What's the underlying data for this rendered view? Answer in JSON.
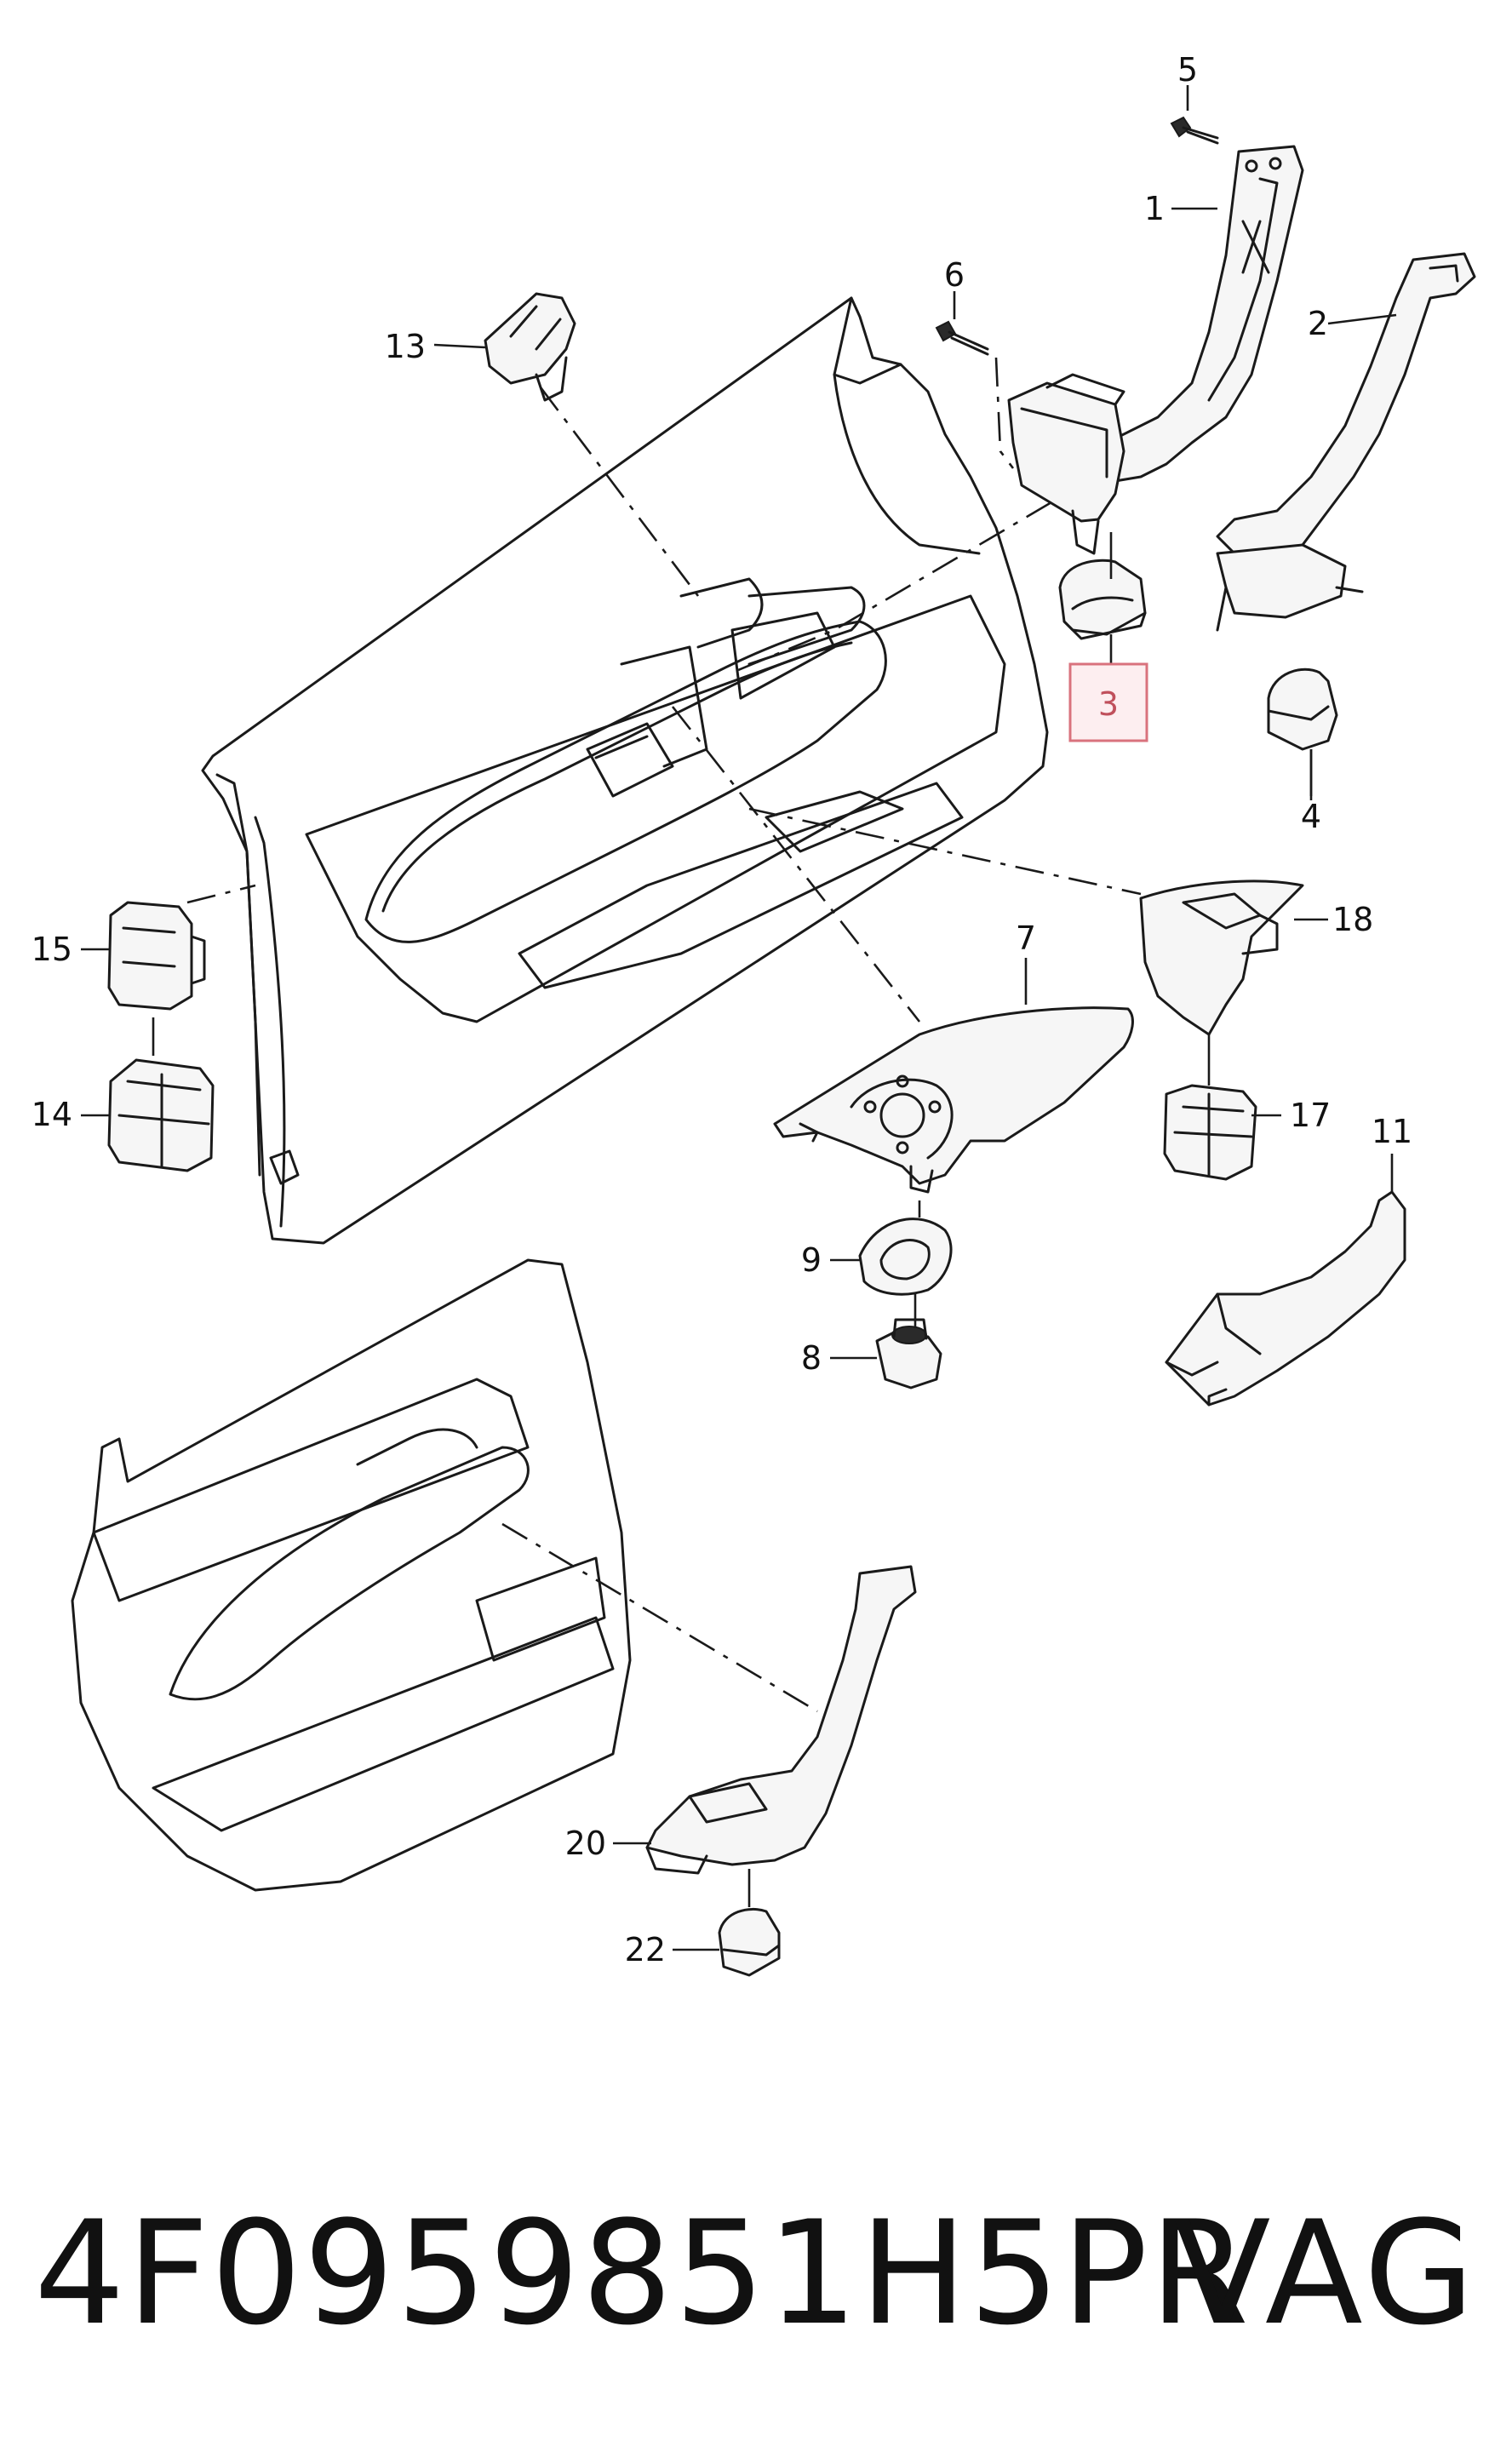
{
  "callouts": {
    "c1": "1",
    "c2": "2",
    "c3": "3",
    "c4": "4",
    "c5": "5",
    "c6": "6",
    "c7": "7",
    "c8": "8",
    "c9": "9",
    "c11": "11",
    "c13": "13",
    "c14": "14",
    "c15": "15",
    "c17": "17",
    "c18": "18",
    "c20": "20",
    "c22": "22"
  },
  "highlighted_callout": "3",
  "colors": {
    "highlight_fill": "#fdeef0",
    "highlight_stroke": "#d9727d",
    "line": "#1a1a1a"
  },
  "footer": {
    "part_number": "4F0959851H5PR",
    "brand": "VAG"
  }
}
